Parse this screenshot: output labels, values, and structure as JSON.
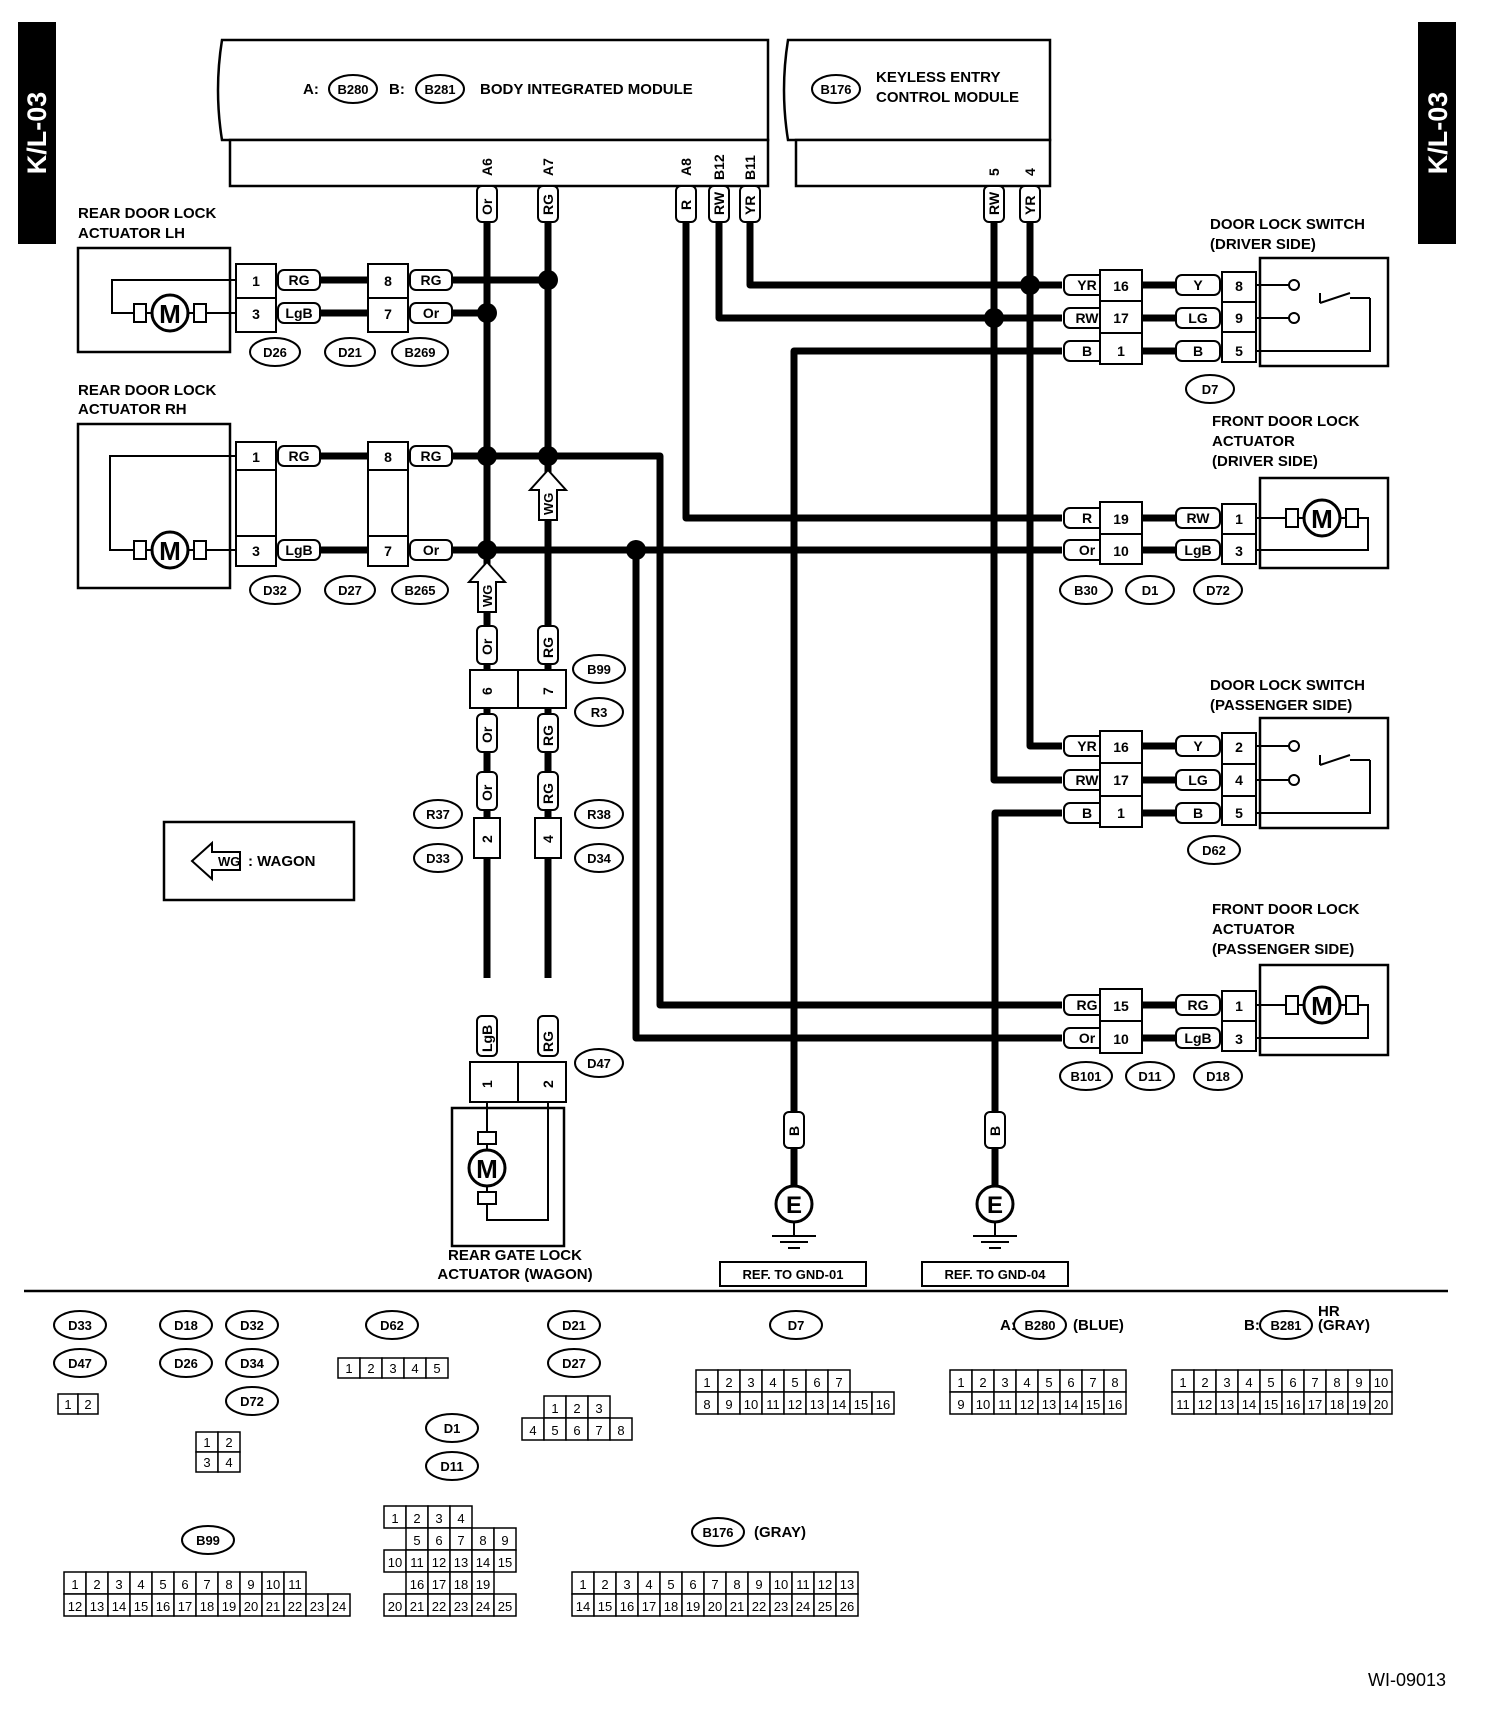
{
  "page": {
    "side_tag": "K/L-03",
    "figure_id": "WI-09013"
  },
  "modules": {
    "bim": {
      "a_label": "A:",
      "a_conn": "B280",
      "b_label": "B:",
      "b_conn": "B281",
      "name": "BODY INTEGRATED MODULE"
    },
    "keyless": {
      "conn": "B176",
      "name_line1": "KEYLESS ENTRY",
      "name_line2": "CONTROL MODULE"
    }
  },
  "bim_pins": [
    {
      "pin": "A6",
      "wire": "Or"
    },
    {
      "pin": "A7",
      "wire": "RG"
    },
    {
      "pin": "A8",
      "wire": "R"
    },
    {
      "pin": "B12",
      "wire": "RW"
    },
    {
      "pin": "B11",
      "wire": "YR"
    }
  ],
  "keyless_pins": [
    {
      "pin": "5",
      "wire": "RW"
    },
    {
      "pin": "4",
      "wire": "YR"
    }
  ],
  "components": {
    "rear_lh": {
      "line1": "REAR DOOR LOCK",
      "line2": "ACTUATOR LH",
      "pins": [
        "1",
        "3"
      ],
      "wires": [
        "RG",
        "LgB"
      ],
      "mid_pins": [
        "8",
        "7"
      ],
      "mid_wires": [
        "RG",
        "Or"
      ],
      "conns": [
        "D26",
        "D21",
        "B269"
      ]
    },
    "rear_rh": {
      "line1": "REAR DOOR LOCK",
      "line2": "ACTUATOR RH",
      "pins": [
        "1",
        "3"
      ],
      "wires": [
        "RG",
        "LgB"
      ],
      "mid_pins": [
        "8",
        "7"
      ],
      "mid_wires": [
        "RG",
        "Or"
      ],
      "conns": [
        "D32",
        "D27",
        "B265"
      ]
    },
    "dls_driver": {
      "line1": "DOOR LOCK SWITCH",
      "line2": "(DRIVER SIDE)",
      "harness_wires": [
        "YR",
        "RW",
        "B"
      ],
      "joint_pins": [
        "16",
        "17",
        "1"
      ],
      "wires": [
        "Y",
        "LG",
        "B"
      ],
      "pins": [
        "8",
        "9",
        "5"
      ],
      "conn": "D7"
    },
    "fdla_driver": {
      "line1": "FRONT DOOR LOCK",
      "line2": "ACTUATOR",
      "line3": "(DRIVER SIDE)",
      "harness_wires": [
        "R",
        "Or"
      ],
      "joint_pins": [
        "19",
        "10"
      ],
      "wires": [
        "RW",
        "LgB"
      ],
      "pins": [
        "1",
        "3"
      ],
      "conns": [
        "B30",
        "D1",
        "D72"
      ]
    },
    "dls_pass": {
      "line1": "DOOR LOCK SWITCH",
      "line2": "(PASSENGER SIDE)",
      "harness_wires": [
        "YR",
        "RW",
        "B"
      ],
      "joint_pins": [
        "16",
        "17",
        "1"
      ],
      "wires": [
        "Y",
        "LG",
        "B"
      ],
      "pins": [
        "2",
        "4",
        "5"
      ],
      "conn": "D62"
    },
    "fdla_pass": {
      "line1": "FRONT DOOR LOCK",
      "line2": "ACTUATOR",
      "line3": "(PASSENGER SIDE)",
      "harness_wires": [
        "RG",
        "Or"
      ],
      "joint_pins": [
        "15",
        "10"
      ],
      "wires": [
        "RG",
        "LgB"
      ],
      "pins": [
        "1",
        "3"
      ],
      "conns": [
        "B101",
        "D11",
        "D18"
      ]
    },
    "rear_gate": {
      "line1": "REAR GATE LOCK",
      "line2": "ACTUATOR (WAGON)",
      "wires": [
        "LgB",
        "RG"
      ],
      "pins": [
        "1",
        "2"
      ],
      "conn": "D47"
    }
  },
  "vertical_chain": {
    "top_wires": [
      "Or",
      "RG"
    ],
    "b99_pins": [
      "6",
      "7"
    ],
    "b99": "B99",
    "r3": "R3",
    "mid_wires": [
      "Or",
      "RG"
    ],
    "low_wires": [
      "Or",
      "RG"
    ],
    "r37": "R37",
    "d33": "D33",
    "r38": "R38",
    "d34": "D34",
    "d33_pin": "2",
    "d34_pin": "4"
  },
  "wg_tag": "WG",
  "legend": {
    "tag": "WG",
    "text": ": WAGON"
  },
  "motor_symbol": "M",
  "grounds": [
    {
      "wire": "B",
      "symbol": "E",
      "ref": "REF. TO GND-01"
    },
    {
      "wire": "B",
      "symbol": "E",
      "ref": "REF. TO GND-04"
    }
  ],
  "connector_views": {
    "g1": {
      "names": [
        "D33",
        "D47"
      ],
      "rows": [
        [
          "1",
          "2"
        ]
      ]
    },
    "g2": {
      "names": [
        "D18",
        "D32",
        "D26",
        "D34",
        "D72"
      ],
      "rows": [
        [
          "1",
          "2"
        ],
        [
          "3",
          "4"
        ]
      ]
    },
    "g3": {
      "names": [
        "D62"
      ],
      "rows": [
        [
          "1",
          "2",
          "3",
          "4",
          "5"
        ]
      ]
    },
    "g4": {
      "names": [
        "D21",
        "D27"
      ],
      "rows": [
        [
          "1",
          "2",
          "3"
        ],
        [
          "4",
          "5",
          "6",
          "7",
          "8"
        ]
      ]
    },
    "g5": {
      "names": [
        "D7"
      ],
      "rows": [
        [
          "1",
          "2",
          "3",
          "4",
          "5",
          "6",
          "7"
        ],
        [
          "8",
          "9",
          "10",
          "11",
          "12",
          "13",
          "14",
          "15",
          "16"
        ]
      ]
    },
    "g6": {
      "prefix": "A:",
      "names": [
        "B280"
      ],
      "note": "(BLUE)",
      "rows": [
        [
          "1",
          "2",
          "3",
          "4",
          "5",
          "6",
          "7",
          "8"
        ],
        [
          "9",
          "10",
          "11",
          "12",
          "13",
          "14",
          "15",
          "16"
        ]
      ]
    },
    "g7": {
      "prefix": "B:",
      "names": [
        "B281"
      ],
      "note": "(GRAY)",
      "note2": "HR",
      "rows": [
        [
          "1",
          "2",
          "3",
          "4",
          "5",
          "6",
          "7",
          "8",
          "9",
          "10"
        ],
        [
          "11",
          "12",
          "13",
          "14",
          "15",
          "16",
          "17",
          "18",
          "19",
          "20"
        ]
      ]
    },
    "g8": {
      "names": [
        "D1",
        "D11"
      ],
      "rows": [
        [
          "1",
          "2",
          "3",
          "4"
        ],
        [
          "5",
          "6",
          "7",
          "8",
          "9"
        ],
        [
          "10",
          "11",
          "12",
          "13",
          "14",
          "15"
        ],
        [
          "16",
          "17",
          "18",
          "19"
        ],
        [
          "20",
          "21",
          "22",
          "23",
          "24",
          "25"
        ]
      ]
    },
    "g9": {
      "names": [
        "B99"
      ],
      "rows": [
        [
          "1",
          "2",
          "3",
          "4",
          "5",
          "6",
          "7",
          "8",
          "9",
          "10",
          "11"
        ],
        [
          "12",
          "13",
          "14",
          "15",
          "16",
          "17",
          "18",
          "19",
          "20",
          "21",
          "22",
          "23",
          "24"
        ]
      ]
    },
    "g10": {
      "names": [
        "B176"
      ],
      "note": "(GRAY)",
      "rows": [
        [
          "1",
          "2",
          "3",
          "4",
          "5",
          "6",
          "7",
          "8",
          "9",
          "10",
          "11",
          "12",
          "13"
        ],
        [
          "14",
          "15",
          "16",
          "17",
          "18",
          "19",
          "20",
          "21",
          "22",
          "23",
          "24",
          "25",
          "26"
        ]
      ]
    }
  }
}
